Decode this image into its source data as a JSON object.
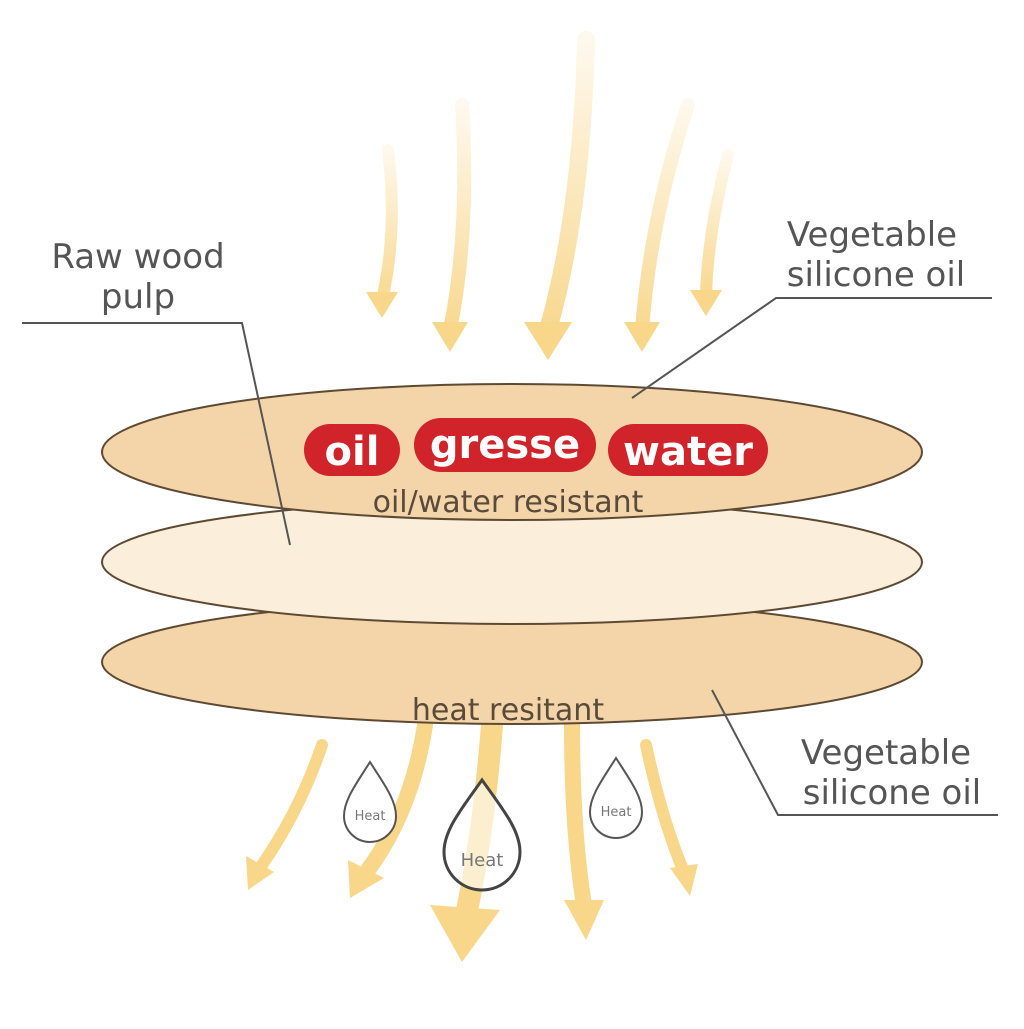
{
  "labels": {
    "raw_wood_pulp": [
      "Raw wood",
      "pulp"
    ],
    "veg_oil_top": [
      "Vegetable",
      "silicone oil"
    ],
    "veg_oil_bottom": [
      "Vegetable",
      "silicone oil"
    ]
  },
  "tags": [
    "oil",
    "gresse",
    "water"
  ],
  "layers": {
    "top_caption": "oil/water resistant",
    "bottom_caption": "heat resitant"
  },
  "drops": [
    "Heat",
    "Heat",
    "Heat"
  ],
  "colors": {
    "arrow": "#f8d68a",
    "layer_top": "#f3d5a9",
    "layer_middle": "#fbefdc",
    "layer_bottom": "#f3d5a9",
    "layer_stroke": "#5e4a32",
    "tag_red": "#d0232a",
    "line": "#555555"
  }
}
